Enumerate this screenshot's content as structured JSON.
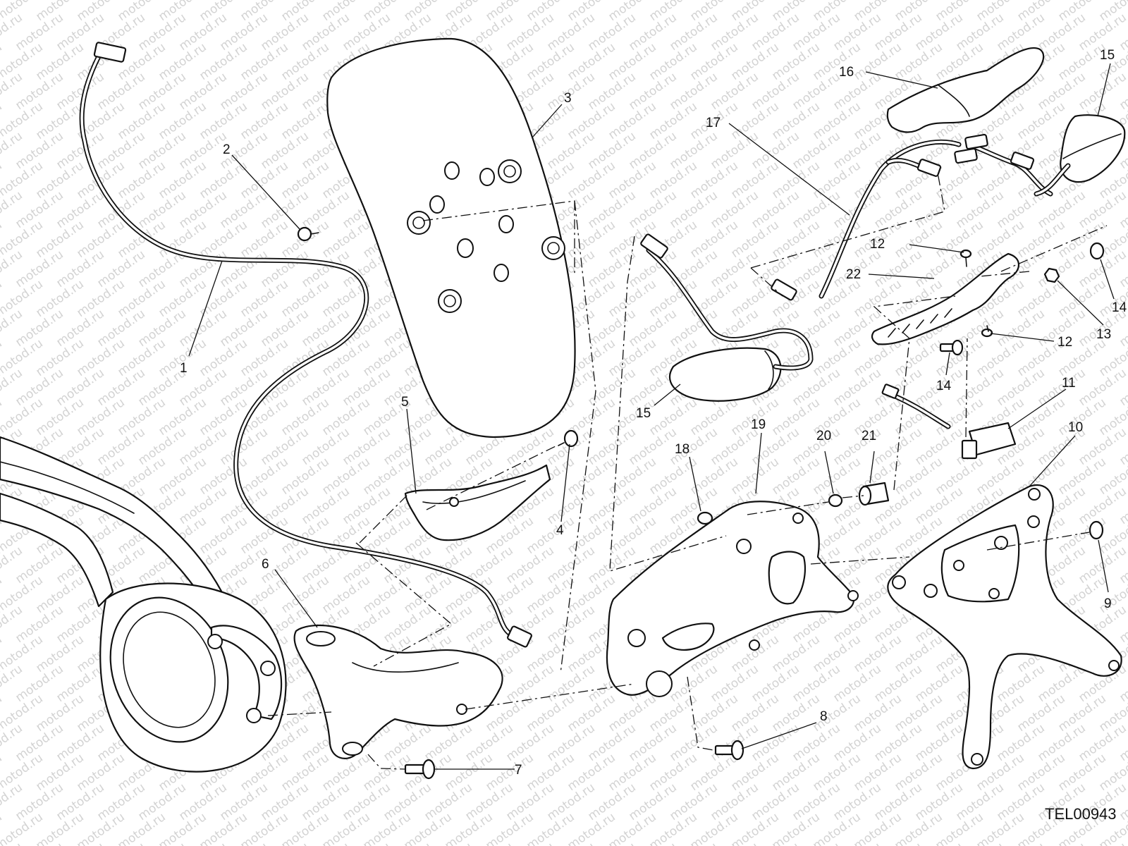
{
  "watermark": "motod.ru",
  "drawing_code": "TEL00943",
  "callouts": [
    "1",
    "2",
    "3",
    "4",
    "5",
    "6",
    "7",
    "8",
    "9",
    "10",
    "11",
    "12",
    "12",
    "13",
    "14",
    "14",
    "15",
    "15",
    "16",
    "17",
    "18",
    "19",
    "20",
    "21",
    "22"
  ]
}
